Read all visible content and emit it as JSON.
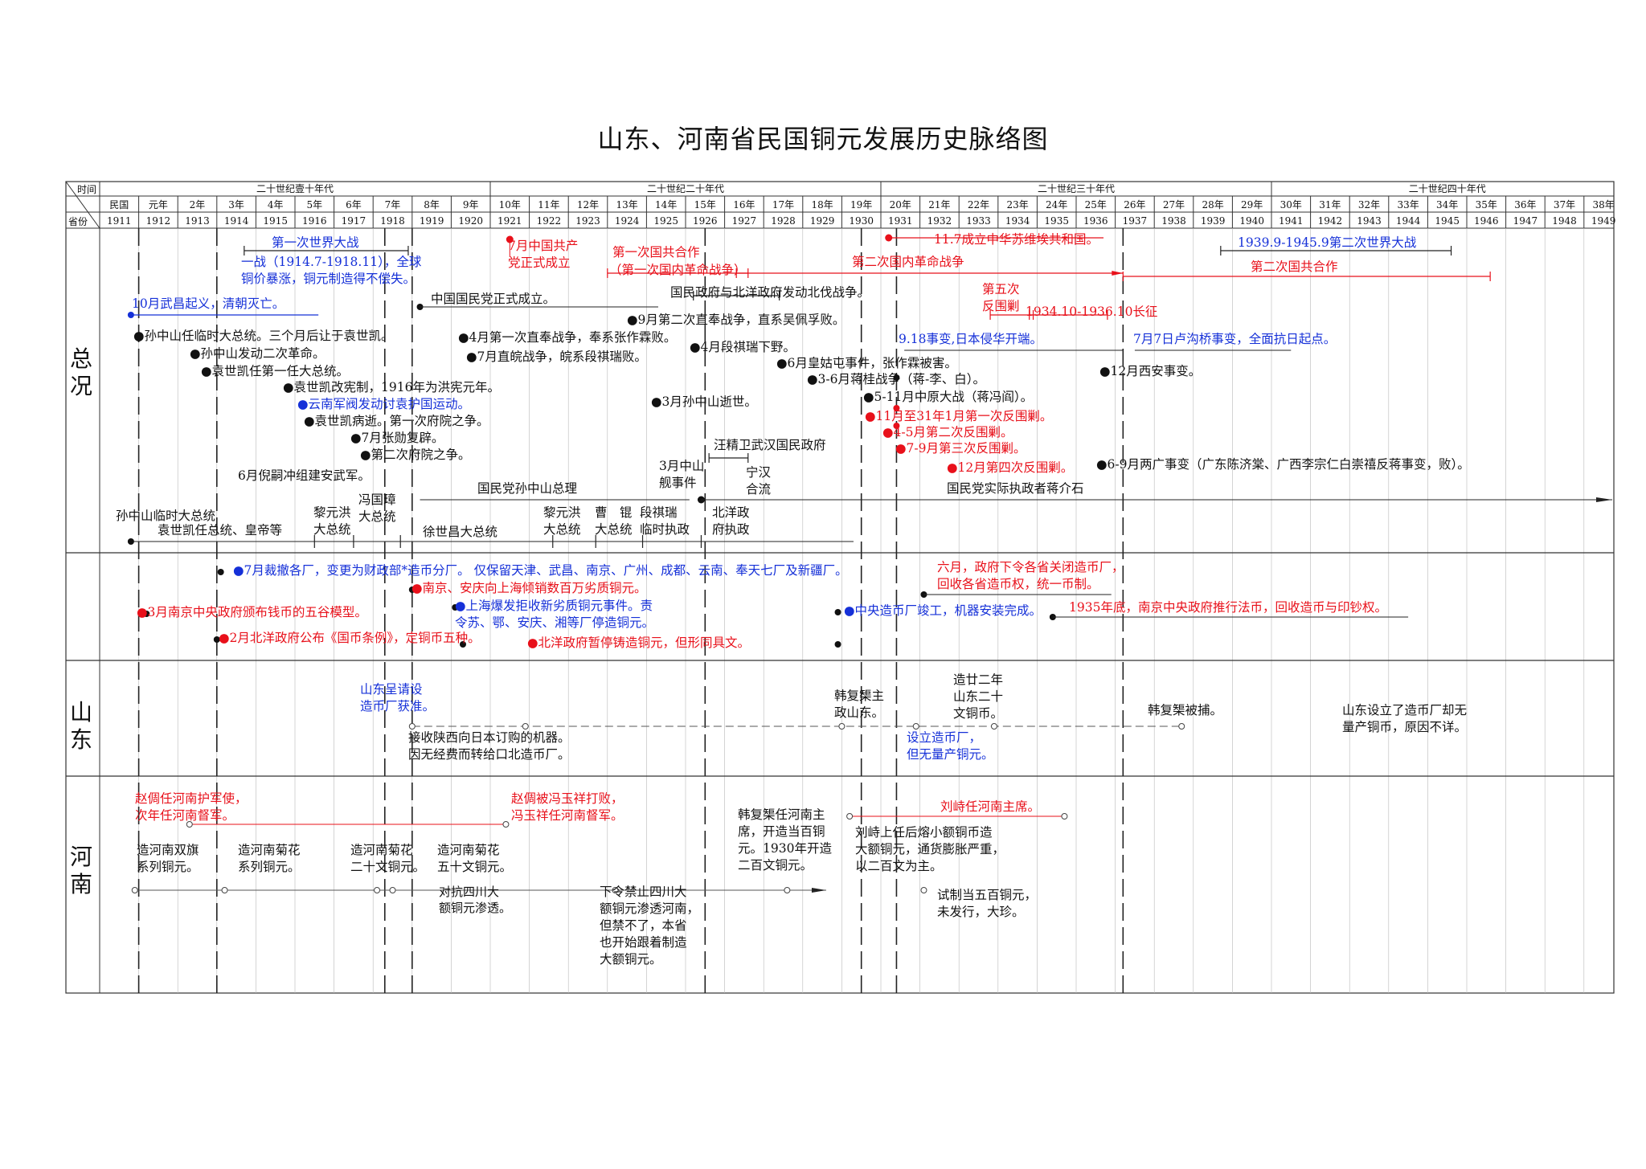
{
  "title": "山东、河南省民国铜元发展历史脉络图",
  "header": {
    "corner_time": "时间",
    "corner_province": "省份",
    "decades": [
      "二十世纪壹十年代",
      "二十世纪二十年代",
      "二十世纪三十年代",
      "二十世纪四十年代"
    ],
    "republic_years": [
      "民国",
      "元年",
      "2年",
      "3年",
      "4年",
      "5年",
      "6年",
      "7年",
      "8年",
      "9年",
      "10年",
      "11年",
      "12年",
      "13年",
      "14年",
      "15年",
      "16年",
      "17年",
      "18年",
      "19年",
      "20年",
      "21年",
      "22年",
      "23年",
      "24年",
      "25年",
      "26年",
      "27年",
      "28年",
      "29年",
      "30年",
      "31年",
      "32年",
      "33年",
      "34年",
      "35年",
      "36年",
      "37年",
      "38年"
    ],
    "western_years": [
      "1911",
      "1912",
      "1913",
      "1914",
      "1915",
      "1916",
      "1917",
      "1918",
      "1919",
      "1920",
      "1921",
      "1922",
      "1923",
      "1924",
      "1925",
      "1926",
      "1927",
      "1928",
      "1929",
      "1930",
      "1931",
      "1932",
      "1933",
      "1934",
      "1935",
      "1936",
      "1937",
      "1938",
      "1939",
      "1940",
      "1941",
      "1942",
      "1943",
      "1944",
      "1945",
      "1946",
      "1947",
      "1948",
      "1949"
    ]
  },
  "rows": {
    "overview": "总况",
    "shandong": "山东",
    "henan": "河南"
  },
  "colors": {
    "red": "#e8101a",
    "blue": "#1530d8",
    "black": "#111111"
  },
  "overview": {
    "ww1": "第一次世界大战",
    "ww1_note": "一战（1914.7-1918.11），全球\n铜价暴涨，铜元制造得不偿失。",
    "wuchang": "10月武昌起义，清朝灭亡。",
    "sun_provisional": "●孙中山任临时大总统。三个月后让于袁世凯。",
    "second_revolution": "●孙中山发动二次革命。",
    "yuan_first_president": "●袁世凯任第一任大总统。",
    "hongxian": "●袁世凯改宪制，1916年为洪宪元年。",
    "yunnan_war": "●云南军阀发动讨袁护国运动。",
    "first_fuyuan": "●袁世凯病逝。第一次府院之争。",
    "restoration": "●7月张勋复辟。",
    "second_fuyuan": "●第二次府院之争。",
    "anwu_army": "6月倪嗣冲组建安武军。",
    "cpc_founding": "7月中国共产\n党正式成立",
    "kmt_founding": "中国国民党正式成立。",
    "zhifeng1": "●4月第一次直奉战争，奉系张作霖败。",
    "zhiwan": "●7月直皖战争，皖系段祺瑞败。",
    "first_united_front": "第一次国共合作",
    "first_revolutionary_war": "（第一次国内革命战争）",
    "northern_expedition": "国民政府与北洋政府发动北伐战争。",
    "zhifeng2": "●9月第二次直奉战争，直系吴佩孚败。",
    "duan_step_down": "●4月段祺瑞下野。",
    "sun_death": "●3月孙中山逝世。",
    "huanggutun": "●6月皇姑屯事件，张作霖被害。",
    "jianggui": "●3-6月蒋桂战争（蒋-李、白）。",
    "zhongyuan": "●5-11月中原大战（蒋冯阎）。",
    "first_encirclement": "●11月至31年1月第一次反围剿。",
    "second_encirclement": "●4-5月第二次反围剿。",
    "third_encirclement": "●7-9月第三次反围剿。",
    "fourth_encirclement": "●12月第四次反围剿。",
    "soviet_republic": "11.7成立中华苏维埃共和国。",
    "second_revolutionary_war": "第二次国内革命战争",
    "fifth_encirclement": "第五次\n反围剿",
    "long_march": "1934.10-1936.10长征",
    "mukden": "9.18事变,日本侵华开端。",
    "marco_polo": "7月7日卢沟桥事变，全面抗日起点。",
    "xian_incident": "●12月西安事变。",
    "liangguang": "●6-9月两广事变（广东陈济棠、广西李宗仁白崇禧反蒋事变，败）。",
    "ww2": "1939.9-1945.9第二次世界大战",
    "second_united_front": "第二次国共合作",
    "wang_wuhan": "汪精卫武汉国民政府",
    "zhongshan_ship": "3月中山\n舰事件",
    "ninghan": "宁汉\n合流",
    "kmt_chairman_sun": "国民党孙中山总理",
    "kmt_chiang": "国民党实际执政者蒋介石",
    "presidents": {
      "sun": "孙中山临时大总统",
      "yuan": "袁世凯任总统、皇帝等",
      "li1": "黎元洪\n大总统",
      "feng": "冯国璋\n大总统",
      "xu": "徐世昌大总统",
      "li2": "黎元洪\n大总统",
      "cao": "曹　锟\n大总统",
      "duan": "段祺瑞\n临时执政",
      "beiyang": "北洋政\n府执政"
    }
  },
  "mint_policy": {
    "jul1914": "●7月裁撤各厂，变更为财政部*造币分厂。 仅保留天津、武昌、南京、广州、成都、云南、奉天七厂及新疆厂。",
    "nanjing_shanghai": "●南京、安庆向上海倾销数百万劣质铜元。",
    "shanghai_reject": "●上海爆发拒收新劣质铜元事件。责\n令苏、鄂、安庆、湘等厂停造铜元。",
    "march_nanjing": "●3月南京中央政府颁布钱币的五谷模型。",
    "feb_regulation": "●2月北洋政府公布《国币条例》，定铜币五种。",
    "beiyang_stop": "●北洋政府暂停铸造铜元，但形同具文。",
    "central_mint": "●中央造币厂竣工，机器安装完成。",
    "june_close": "六月，政府下令各省关闭造币厂，\n回收各省造币权，统一币制。",
    "fabi": "1935年底，南京中央政府推行法币，回收造币与印钞权。"
  },
  "shandong": {
    "petition": "山东呈请设\n造币厂获准。",
    "machines": "接收陕西向日本订购的机器。\n因无经费而转给口北造币厂。",
    "han_governor": "韩复榘主\n政山东。",
    "mint_est": "设立造币厂，\n但无量产铜元。",
    "twenty_wen": "造廿二年\n山东二十\n文铜币。",
    "han_arrest": "韩复榘被捕。",
    "later": "山东设立了造币厂却无\n量产铜币，原因不详。"
  },
  "henan": {
    "zhao_appoint": "赵倜任河南护军使，\n次年任河南督军。",
    "zhao_defeat": "赵倜被冯玉祥打败，\n冯玉祥任河南督军。",
    "double_flag": "造河南双旗\n系列铜元。",
    "chrysanthemum": "造河南菊花\n系列铜元。",
    "twenty_copper": "造河南菊花\n二十文铜元。",
    "fifty_copper": "造河南菊花\n五十文铜元。",
    "sichuan_resist": "对抗四川大\n额铜元渗透。",
    "sichuan_ban": "下令禁止四川大\n额铜元渗透河南，\n但禁不了，本省\n也开始跟着制造\n大额铜元。",
    "han_henan": "韩复榘任河南主\n席，开造当百铜\n元。1930年开造\n二百文铜元。",
    "liu_appoint": "刘峙任河南主席。",
    "liu_melt": "刘峙上任后熔小额铜币造\n大额铜元，通货膨胀严重，\n以二百文为主。",
    "five_hundred": "试制当五百铜元，\n未发行，大珍。"
  }
}
